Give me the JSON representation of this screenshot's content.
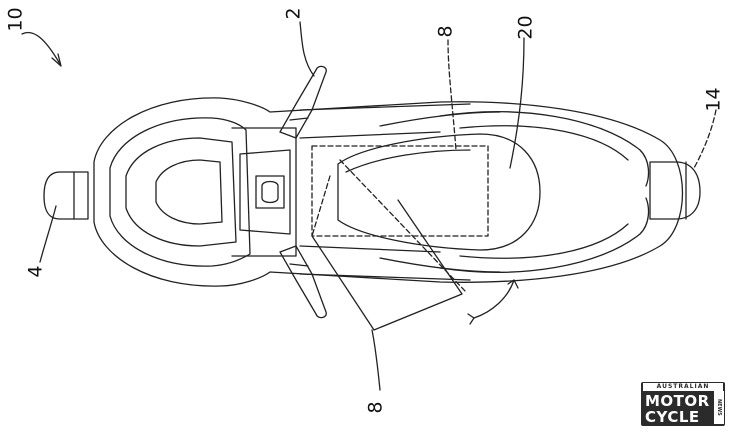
{
  "figure": {
    "refs": {
      "ref_10": "10",
      "ref_2": "2",
      "ref_8_top": "8",
      "ref_20": "20",
      "ref_14": "14",
      "ref_4": "4",
      "ref_8_bottom": "8"
    },
    "line_color": "#222222"
  },
  "watermark": {
    "top": "AUSTRALIAN",
    "line1": "MOTOR",
    "line2": "CYCLE",
    "side": "NEWS"
  }
}
